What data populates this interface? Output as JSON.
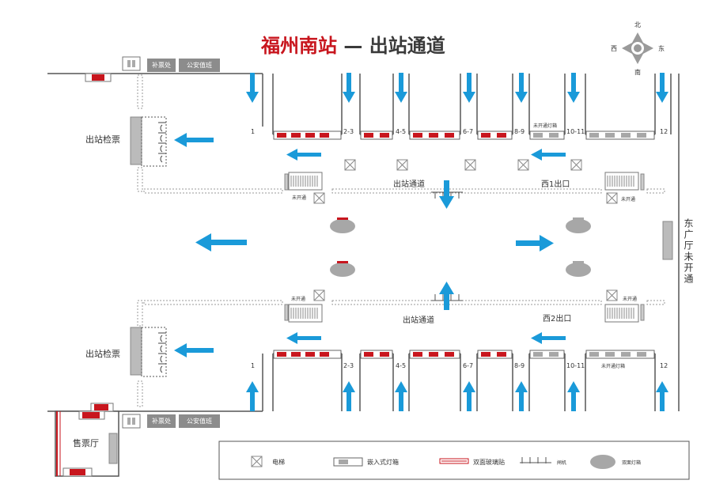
{
  "title": {
    "station": "福州南站",
    "dash": "—",
    "subtitle": "出站通道"
  },
  "compass": {
    "north": "北",
    "south": "南",
    "east": "东",
    "west": "西"
  },
  "top": {
    "buttons": [
      "补票处",
      "公安值班"
    ],
    "exit_check": "出站检票",
    "platforms": [
      "1",
      "2-3",
      "4-5",
      "6-7",
      "8-9",
      "10-11",
      "12"
    ],
    "unlit_box_label": "未开通灯箱",
    "passage_label": "出站通道",
    "exit_label": "西1出口",
    "unopened_left": "未开通",
    "unopened_right": "未开通"
  },
  "bottom": {
    "buttons": [
      "补票处",
      "公安值班"
    ],
    "exit_check": "出站检票",
    "platforms": [
      "1",
      "2-3",
      "4-5",
      "6-7",
      "8-9",
      "10-11",
      "12"
    ],
    "unlit_box_label": "未开通灯箱",
    "passage_label": "出站通道",
    "exit_label": "西2出口",
    "unopened_left": "未开通",
    "unopened_right": "未开通",
    "ticket_hall": "售票厅"
  },
  "east_hall": "东广厅未开通",
  "legend": {
    "elevator": "电梯",
    "embedded_lightbox": "嵌入式灯箱",
    "glass_sticker": "双面玻璃贴",
    "gate": "闸机",
    "double_lightbox": "双面灯箱"
  },
  "colors": {
    "brand_red": "#c8161e",
    "arrow_blue": "#1a9ad9",
    "wall_gray": "#8c8c8c",
    "lightbox_gray": "#a7a7a7"
  }
}
